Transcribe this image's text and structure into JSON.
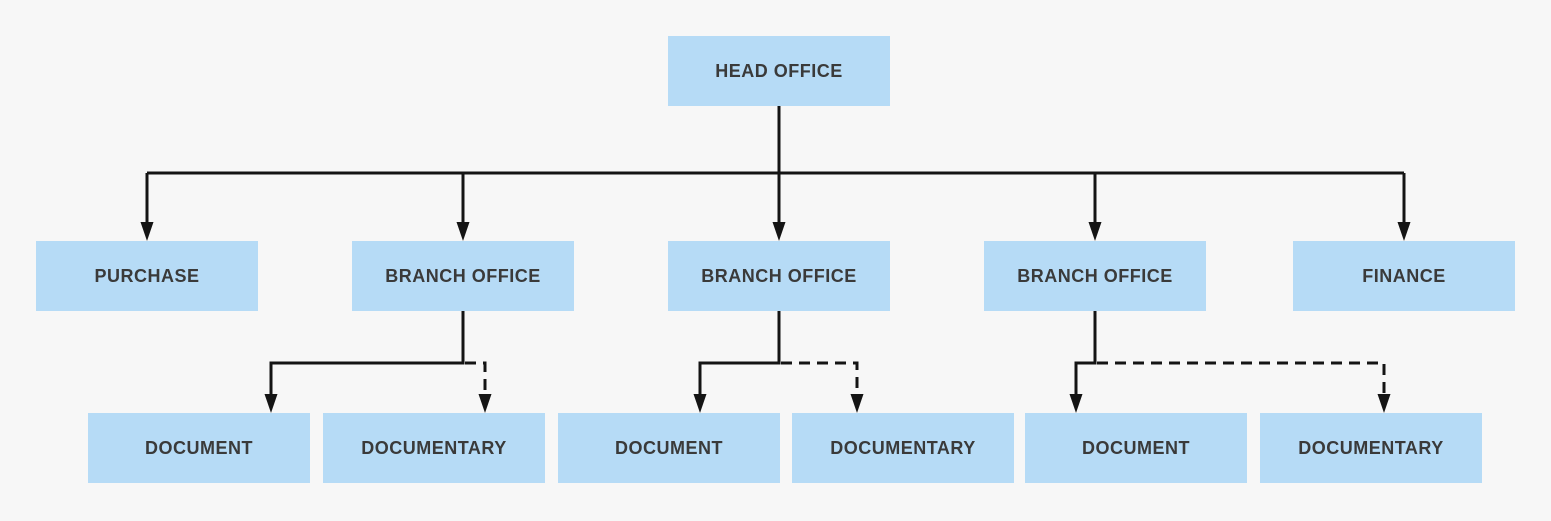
{
  "diagram": {
    "title": "Office document flow chart",
    "colors": {
      "background": "#f7f7f7",
      "node_fill": "#b6dbf6",
      "node_text": "#3a3a3a",
      "connector_line": "#141414"
    },
    "nodes": [
      {
        "id": "head-office",
        "label": "HEAD OFFICE",
        "level": 1
      },
      {
        "id": "purchase",
        "label": "PURCHASE",
        "level": 2
      },
      {
        "id": "branch-office-1",
        "label": "BRANCH OFFICE",
        "level": 2
      },
      {
        "id": "branch-office-2",
        "label": "BRANCH OFFICE",
        "level": 2
      },
      {
        "id": "branch-office-3",
        "label": "BRANCH OFFICE",
        "level": 2
      },
      {
        "id": "finance",
        "label": "FINANCE",
        "level": 2
      },
      {
        "id": "document-1",
        "label": "DOCUMENT",
        "level": 3
      },
      {
        "id": "documentary-1",
        "label": "DOCUMENTARY",
        "level": 3
      },
      {
        "id": "document-2",
        "label": "DOCUMENT",
        "level": 3
      },
      {
        "id": "documentary-2",
        "label": "DOCUMENTARY",
        "level": 3
      },
      {
        "id": "document-3",
        "label": "DOCUMENT",
        "level": 3
      },
      {
        "id": "documentary-3",
        "label": "DOCUMENTARY",
        "level": 3
      }
    ],
    "edges": [
      {
        "from": "head-office",
        "to": "purchase",
        "style": "solid"
      },
      {
        "from": "head-office",
        "to": "branch-office-1",
        "style": "solid"
      },
      {
        "from": "head-office",
        "to": "branch-office-2",
        "style": "solid"
      },
      {
        "from": "head-office",
        "to": "branch-office-3",
        "style": "solid"
      },
      {
        "from": "head-office",
        "to": "finance",
        "style": "solid"
      },
      {
        "from": "branch-office-1",
        "to": "document-1",
        "style": "solid"
      },
      {
        "from": "branch-office-1",
        "to": "documentary-1",
        "style": "dashed"
      },
      {
        "from": "branch-office-2",
        "to": "document-2",
        "style": "solid"
      },
      {
        "from": "branch-office-2",
        "to": "documentary-2",
        "style": "dashed"
      },
      {
        "from": "branch-office-3",
        "to": "document-3",
        "style": "solid"
      },
      {
        "from": "branch-office-3",
        "to": "documentary-3",
        "style": "dashed"
      }
    ]
  }
}
